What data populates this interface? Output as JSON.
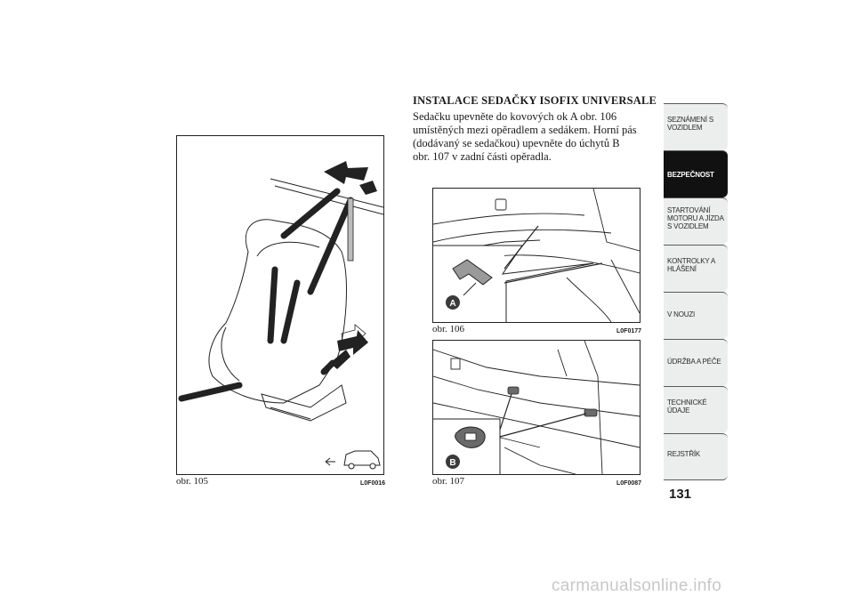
{
  "heading": "INSTALACE SEDAČKY ISOFIX UNIVERSALE",
  "body_lines": [
    "Sedačku upevněte do kovových ok A obr. 106",
    "umístěných mezi opěradlem a sedákem. Horní pás",
    "(dodávaný se sedačkou) upevněte do úchytů B",
    "obr. 107 v zadní části opěradla."
  ],
  "figures": {
    "fig105": {
      "caption": "obr. 105",
      "code": "L0F0016"
    },
    "fig106": {
      "caption": "obr. 106",
      "code": "L0F0177",
      "marker": "A"
    },
    "fig107": {
      "caption": "obr. 107",
      "code": "L0F0087",
      "marker": "B"
    }
  },
  "sidebar": {
    "items": [
      {
        "label_lines": [
          "SEZNÁMENÍ S",
          "VOZIDLEM"
        ]
      },
      {
        "label_lines": [
          "BEZPEČNOST"
        ],
        "active": true
      },
      {
        "label_lines": [
          "STARTOVÁNÍ",
          "MOTORU A JÍZDA",
          "S VOZIDLEM"
        ]
      },
      {
        "label_lines": [
          "KONTROLKY A",
          "HLÁŠENÍ"
        ]
      },
      {
        "label_lines": [
          "V NOUZI"
        ]
      },
      {
        "label_lines": [
          "ÚDRŽBA A PÉČE"
        ]
      },
      {
        "label_lines": [
          "TECHNICKÉ",
          "ÚDAJE"
        ]
      },
      {
        "label_lines": [
          "REJSTŘÍK"
        ]
      }
    ]
  },
  "page_number": "131",
  "watermark": "carmanualsonline.info",
  "colors": {
    "active_tab": "#111111",
    "tab_bg": "#eceeed",
    "marker_fill": "#3a3a3a"
  }
}
